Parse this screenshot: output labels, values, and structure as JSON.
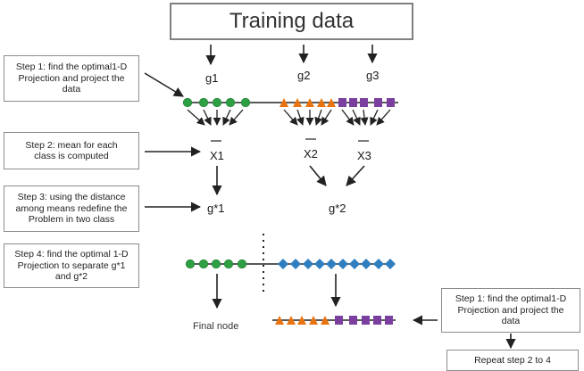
{
  "title": "Training  data",
  "steps": {
    "step1_left": "Step 1: find the optimal1-D Projection and project the data",
    "step2": "Step 2: mean for each class is computed",
    "step3": "Step 3:  using the distance among means redefine the Problem in two class",
    "step4": "Step 4: find the optimal 1-D Projection to separate g*1 and g*2",
    "step1_right": "Step 1: find the optimal1-D Projection and project the data",
    "repeat": "Repeat step 2 to 4"
  },
  "labels": {
    "g1": "g1",
    "g2": "g2",
    "g3": "g3",
    "x1": "X1",
    "x2": "X2",
    "x3": "X3",
    "gs1": "g*1",
    "gs2": "g*2",
    "final_node": "Final node"
  },
  "colors": {
    "green": "#2ea043",
    "orange": "#e8730f",
    "purple": "#7b3fa0",
    "blue": "#2f7ebf",
    "line": "#222222"
  }
}
